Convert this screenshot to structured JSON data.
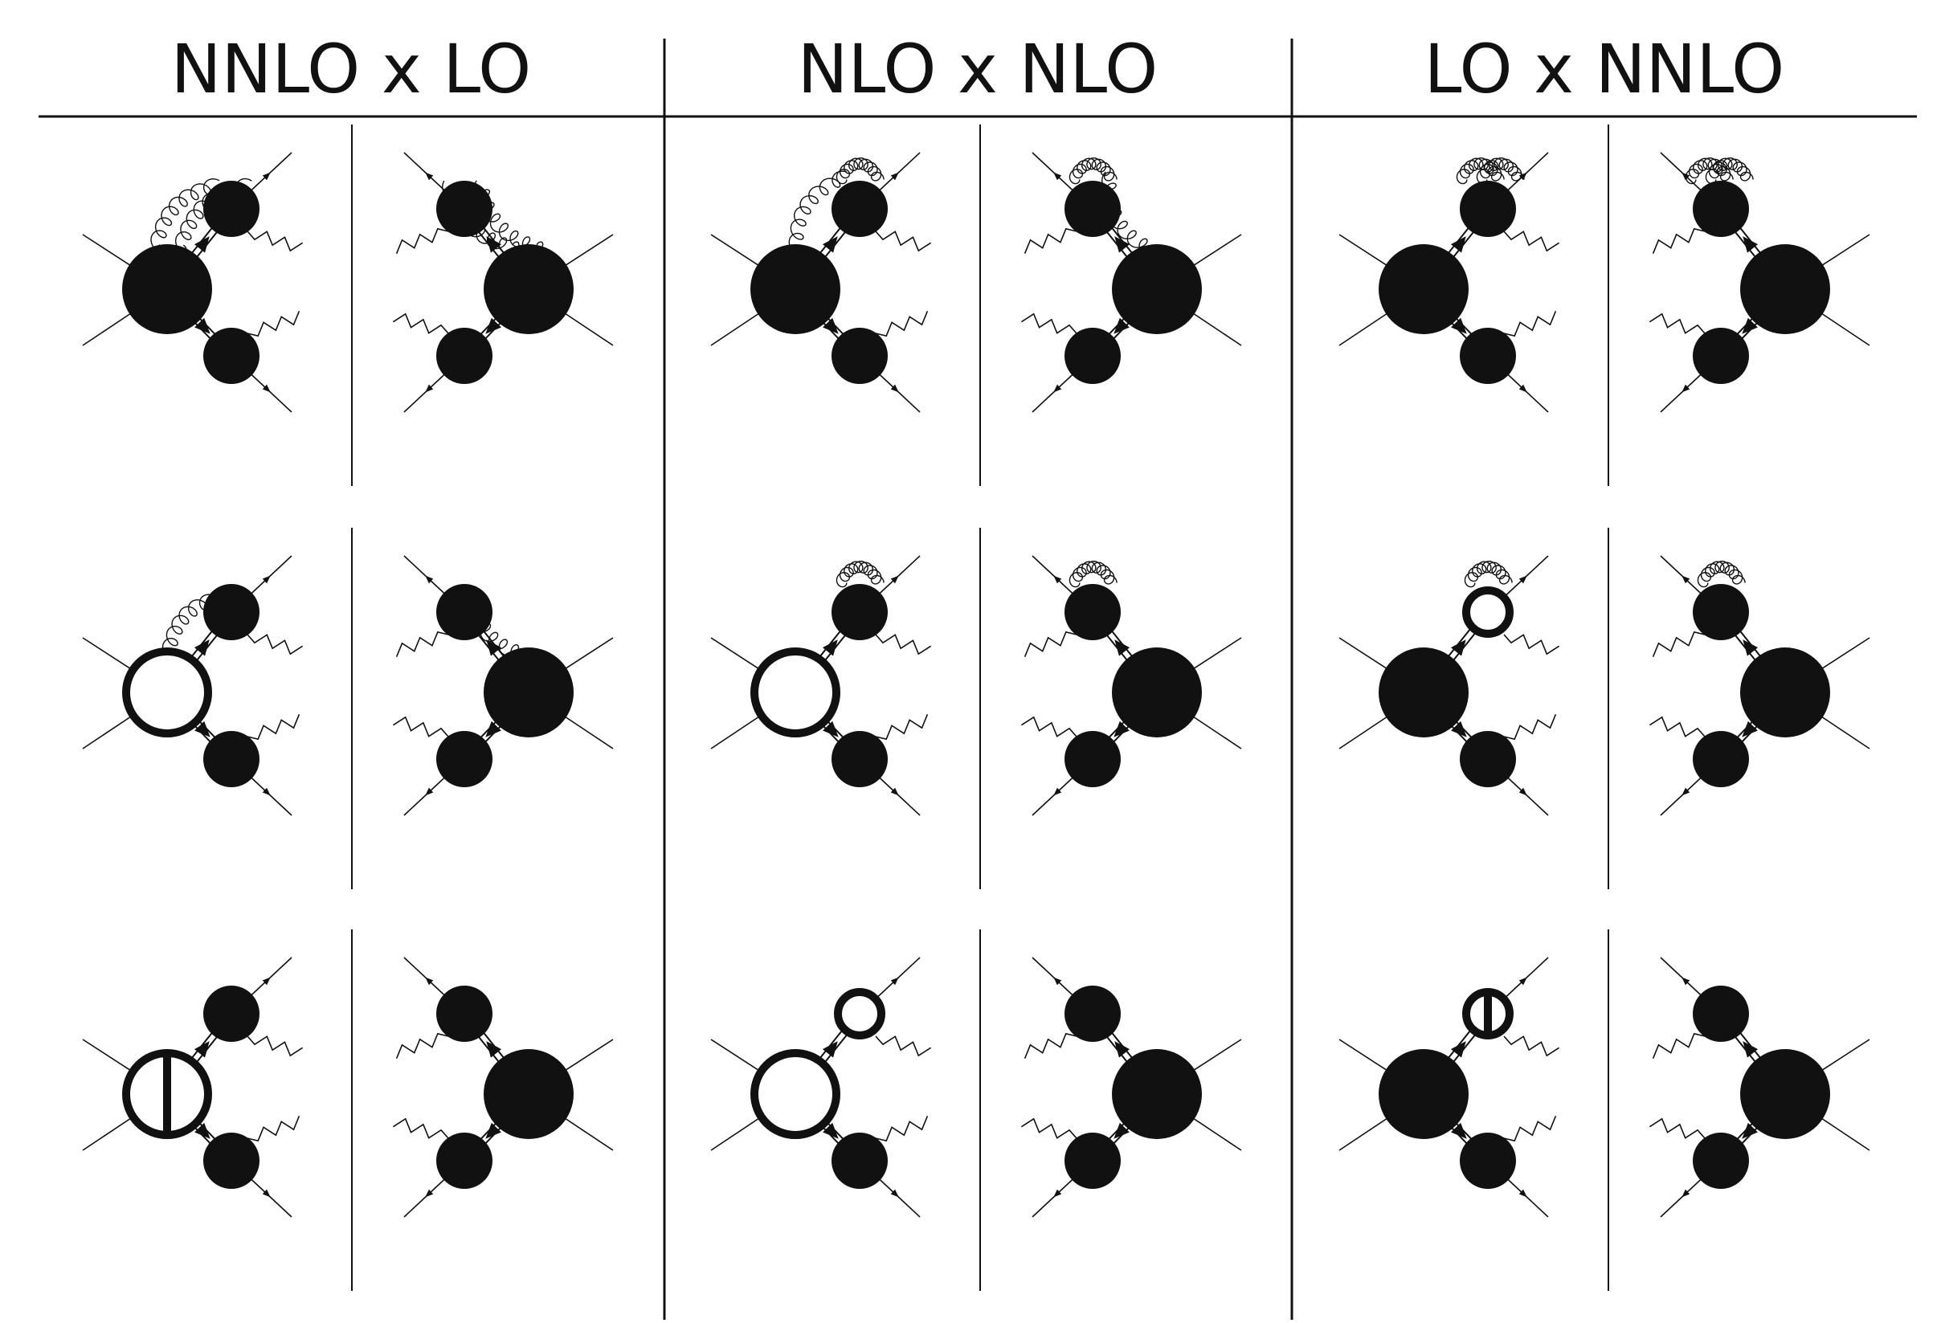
{
  "colors": {
    "ink": "#111111",
    "paper": "#ffffff"
  },
  "columns": [
    {
      "title": "NNLO x LO",
      "rows": [
        {
          "left": {
            "blob": "filled",
            "top": "filled",
            "gluons": "two-from-blob"
          },
          "right": {
            "blob": "filled",
            "top": "filled",
            "gluons": "two-from-blob"
          }
        },
        {
          "left": {
            "blob": "ring",
            "top": "filled",
            "gluons": "one-from-blob"
          },
          "right": {
            "blob": "filled",
            "top": "filled",
            "gluons": "one-from-blob"
          }
        },
        {
          "left": {
            "blob": "ring-bar",
            "top": "filled",
            "gluons": "none"
          },
          "right": {
            "blob": "filled",
            "top": "filled",
            "gluons": "none"
          }
        }
      ]
    },
    {
      "title": "NLO x NLO",
      "rows": [
        {
          "left": {
            "blob": "filled",
            "top": "filled",
            "gluons": "blob-and-top"
          },
          "right": {
            "blob": "filled",
            "top": "filled",
            "gluons": "blob-and-top"
          }
        },
        {
          "left": {
            "blob": "ring",
            "top": "filled",
            "gluons": "top-loop"
          },
          "right": {
            "blob": "filled",
            "top": "filled",
            "gluons": "top-loop"
          }
        },
        {
          "left": {
            "blob": "ring",
            "top": "small-ring",
            "gluons": "none"
          },
          "right": {
            "blob": "filled",
            "top": "filled",
            "gluons": "none"
          }
        }
      ]
    },
    {
      "title": "LO x NNLO",
      "rows": [
        {
          "left": {
            "blob": "filled",
            "top": "filled",
            "gluons": "two-top-loops"
          },
          "right": {
            "blob": "filled",
            "top": "filled",
            "gluons": "two-top-loops"
          }
        },
        {
          "left": {
            "blob": "filled",
            "top": "small-ring",
            "gluons": "top-loop"
          },
          "right": {
            "blob": "filled",
            "top": "filled",
            "gluons": "top-loop"
          }
        },
        {
          "left": {
            "blob": "filled",
            "top": "small-ring-bar",
            "gluons": "none"
          },
          "right": {
            "blob": "filled",
            "top": "filled",
            "gluons": "none"
          }
        }
      ]
    }
  ]
}
